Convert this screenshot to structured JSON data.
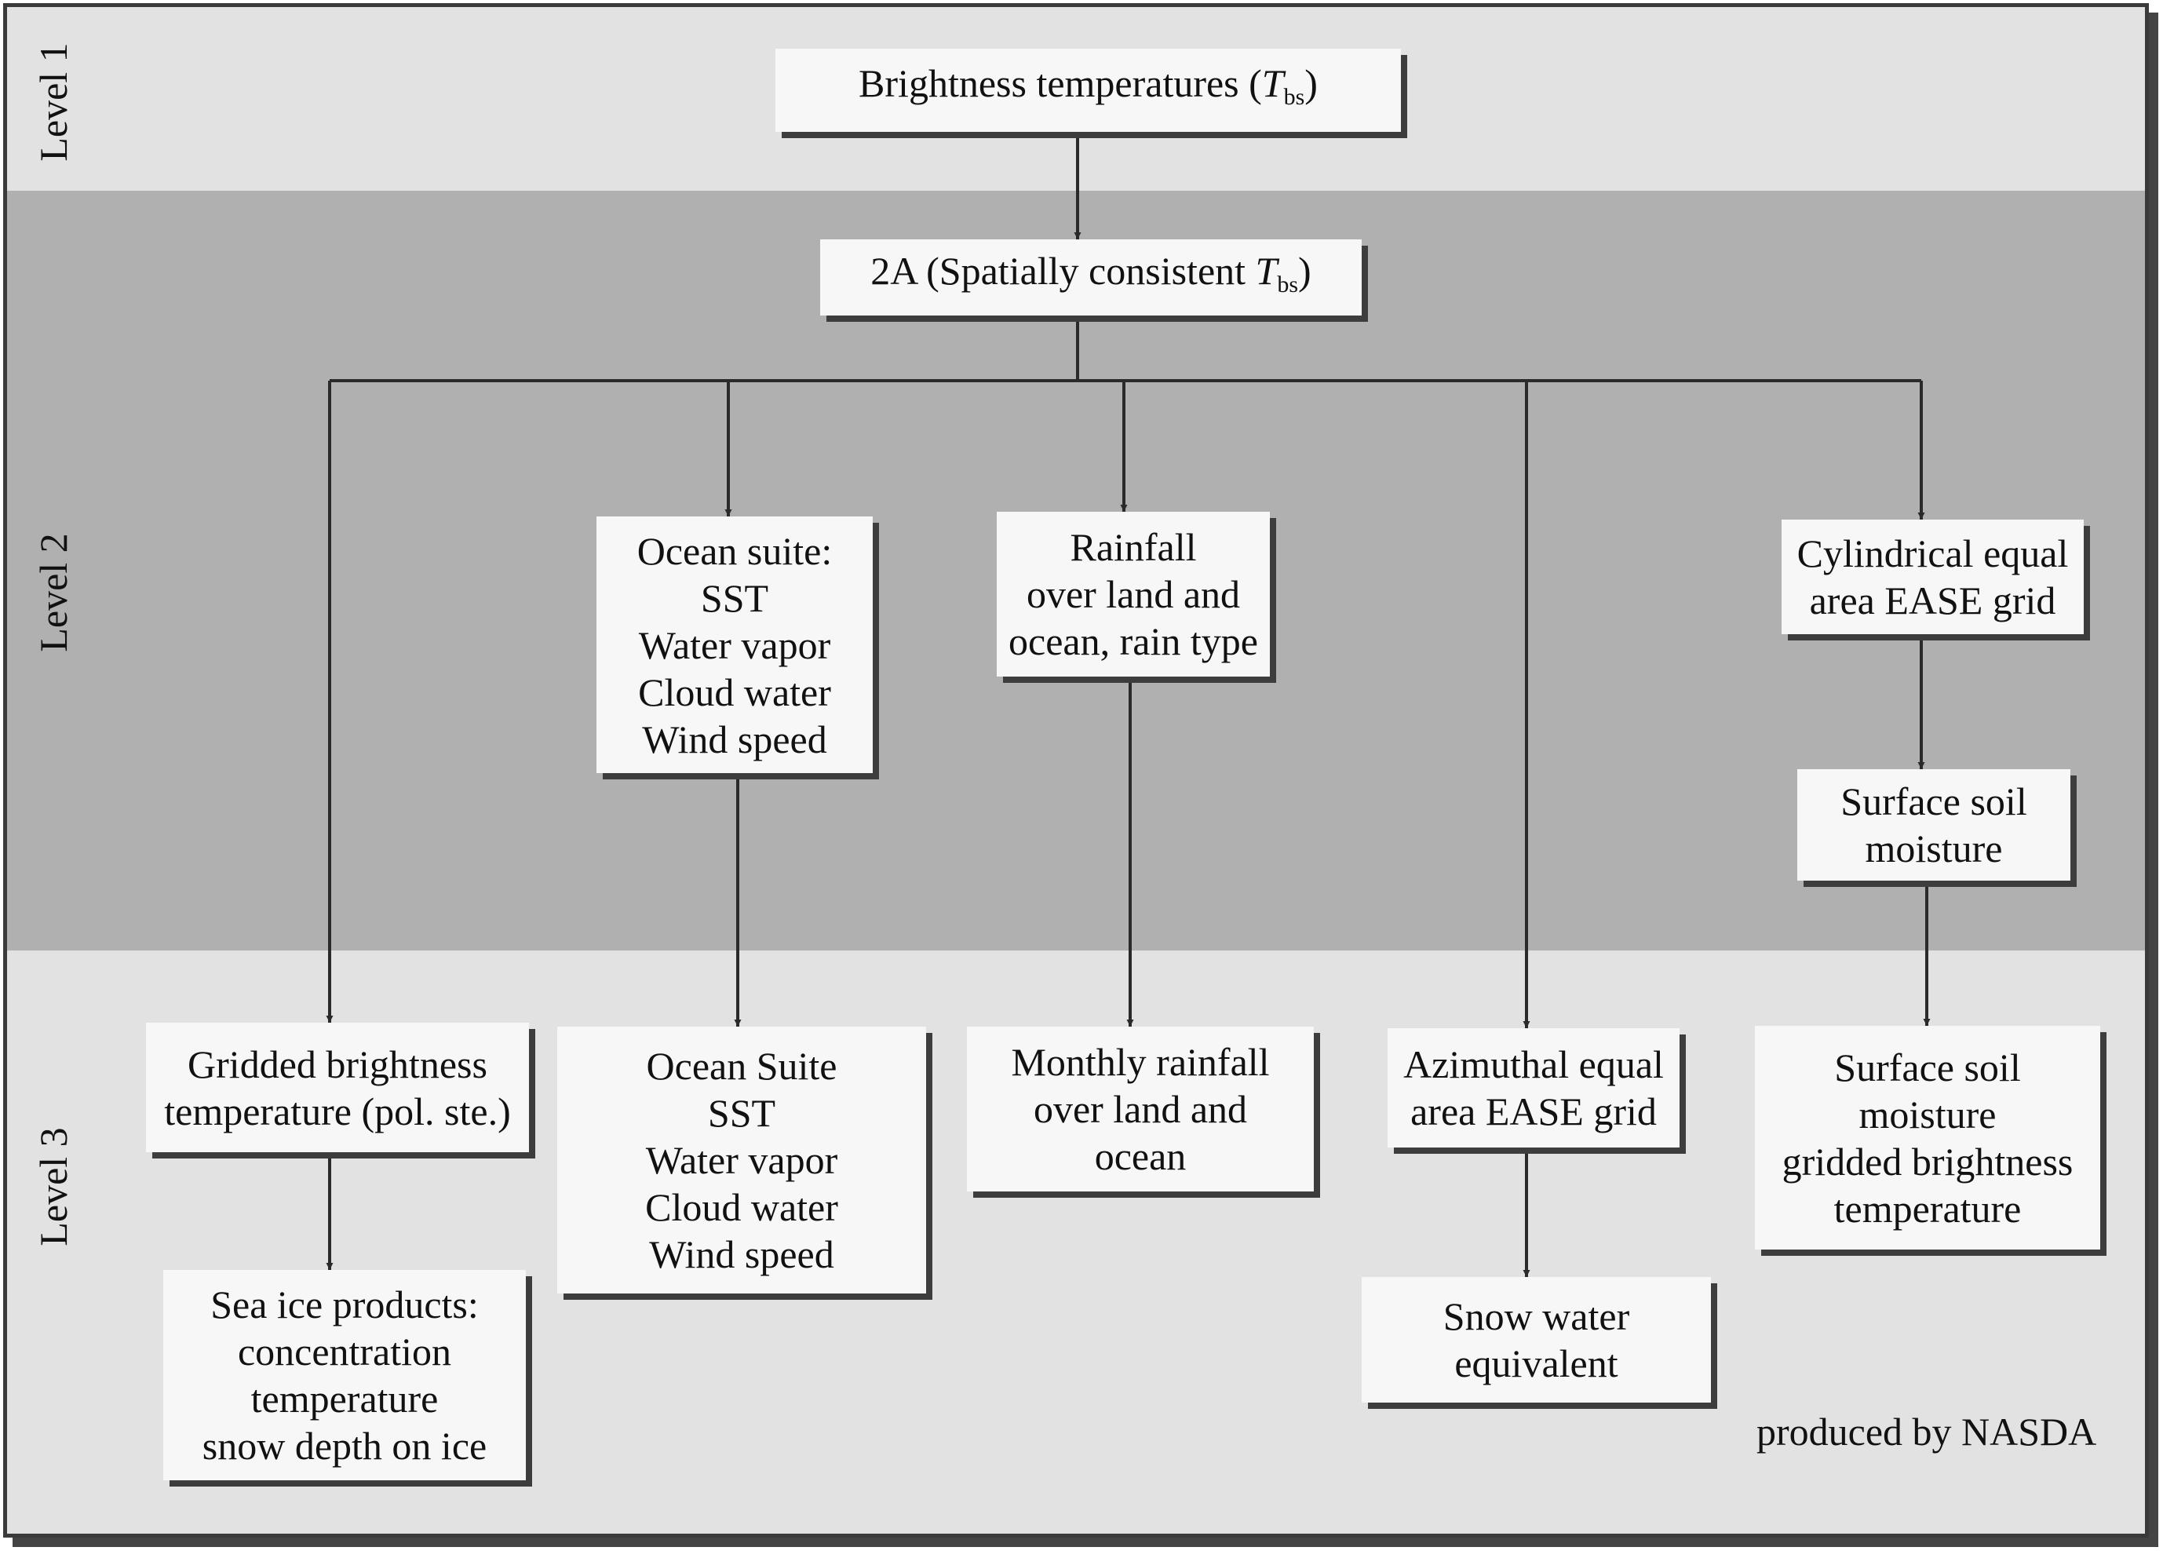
{
  "levels": {
    "level1": "Level 1",
    "level2": "Level 2",
    "level3": "Level 3"
  },
  "boxes": {
    "brightness": {
      "prefix": "Brightness temperatures (",
      "var": "T",
      "sub": "bs",
      "suffix": ")"
    },
    "level2a": {
      "prefix": "2A (Spatially consistent ",
      "var": "T",
      "sub": "bs",
      "suffix": ")"
    },
    "ocean_suite_l2": [
      "Ocean suite:",
      "SST",
      "Water vapor",
      "Cloud water",
      "Wind speed"
    ],
    "rainfall_l2": [
      "Rainfall",
      "over land and",
      "ocean, rain type"
    ],
    "cylindrical_ease": [
      "Cylindrical equal",
      "area EASE grid"
    ],
    "surface_soil_l2": [
      "Surface soil",
      "moisture"
    ],
    "gridded_bt": [
      "Gridded brightness",
      "temperature (pol. ste.)"
    ],
    "sea_ice": [
      "Sea ice products:",
      "concentration",
      "temperature",
      "snow depth on ice"
    ],
    "ocean_suite_l3": [
      "Ocean Suite",
      "SST",
      "Water vapor",
      "Cloud water",
      "Wind speed"
    ],
    "monthly_rainfall": [
      "Monthly rainfall",
      "over land and",
      "ocean"
    ],
    "azimuthal_ease": [
      "Azimuthal equal",
      "area EASE grid"
    ],
    "snow_water": [
      "Snow water",
      "equivalent"
    ],
    "surface_soil_l3": [
      "Surface soil",
      "moisture",
      "gridded brightness",
      "temperature"
    ]
  },
  "credit": "produced by NASDA"
}
